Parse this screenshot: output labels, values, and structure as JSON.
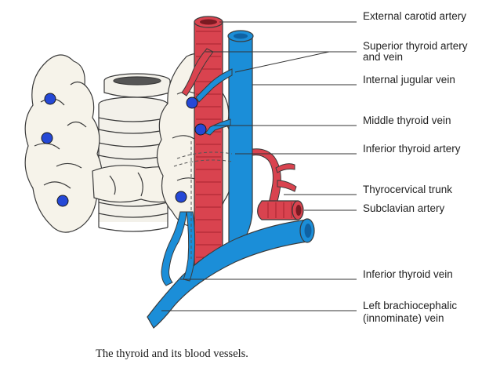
{
  "labels": {
    "external_carotid_artery": "External carotid artery",
    "superior_thyroid_line1": "Superior thyroid artery",
    "superior_thyroid_line2": "and vein",
    "internal_jugular_vein": "Internal jugular vein",
    "middle_thyroid_vein": "Middle thyroid vein",
    "inferior_thyroid_artery": "Inferior thyroid artery",
    "thyrocervical_trunk": "Thyrocervical trunk",
    "subclavian_artery": "Subclavian artery",
    "inferior_thyroid_vein": "Inferior thyroid vein",
    "brachiocephalic_line1": "Left brachiocephalic",
    "brachiocephalic_line2": "(innominate) vein"
  },
  "caption": "The thyroid and its blood vessels.",
  "colors": {
    "artery": "#d9434f",
    "artery_dark": "#a8232f",
    "vein": "#1b8ed8",
    "vein_dark": "#0f62a3",
    "gland": "#f6f3ea",
    "outline": "#3a3a3a",
    "marker": "#2548d6"
  }
}
